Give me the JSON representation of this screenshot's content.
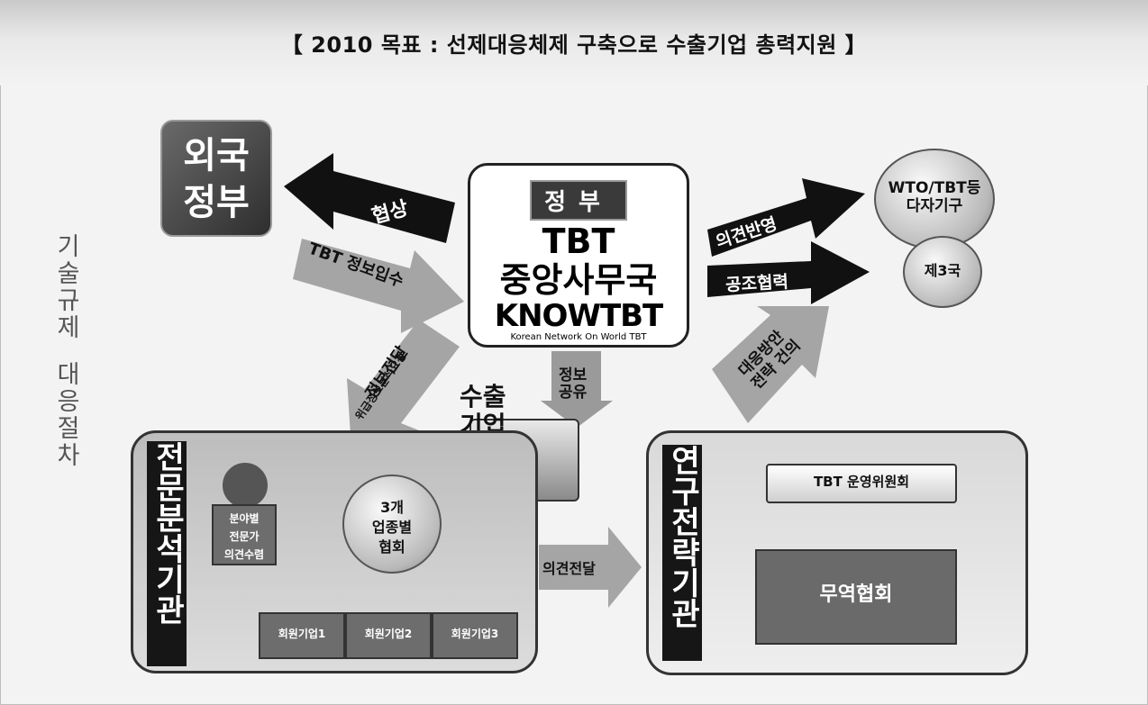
{
  "title": "【 2010 목표 : 선제대응체제 구축으로 수출기업 총력지원 】",
  "side_label": [
    "기",
    "술",
    "규",
    "제",
    "",
    "대",
    "응",
    "절",
    "차"
  ],
  "foreign_gov": [
    "외국",
    "정부"
  ],
  "gov": {
    "badge": "정부",
    "line1": "TBT",
    "line2": "중앙사무국",
    "logo": "KNOWTBT",
    "logo_sub": "Korean Network On World TBT"
  },
  "wto": [
    "WTO/TBT등",
    "다자기구"
  ],
  "third_country": "제3국",
  "arrows": {
    "negotiation": "협상",
    "tbt_info": "TBT 정보입수",
    "opinion_reflect": "의견반영",
    "cooperation": "공조협력",
    "info_transfer": "정보전달",
    "info_request": "위급정보분석요청",
    "info_share": [
      "정보",
      "공유"
    ],
    "strategy": [
      "대응방안",
      "전략 건의"
    ],
    "opinion_transfer": "의견전달"
  },
  "exporter": [
    "수출",
    "기업"
  ],
  "expert_org": {
    "title": "전문분석기관",
    "expert_circle": [
      "분야별",
      "전문가",
      "의견수렴"
    ],
    "assoc": [
      "3개",
      "업종별",
      "협회"
    ],
    "members": [
      "회원기업1",
      "회원기업2",
      "회원기업3"
    ]
  },
  "research_org": {
    "title": "연구전략기관",
    "committee": "TBT 운영위원회",
    "kita": "무역협회"
  }
}
